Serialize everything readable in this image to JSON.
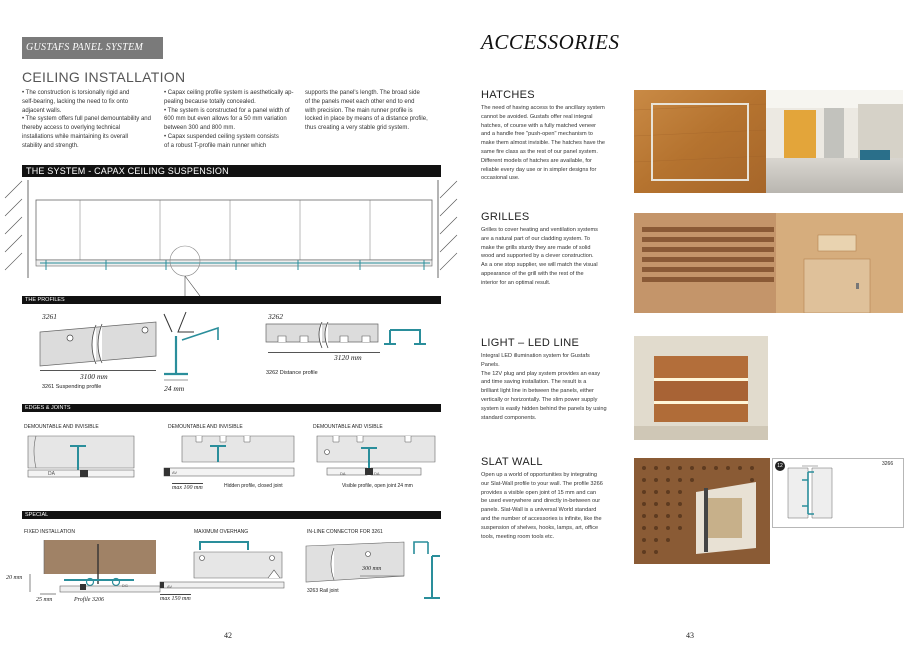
{
  "left": {
    "brand": "GUSTAFS PANEL SYSTEM",
    "title": "CEILING INSTALLATION",
    "col1": [
      "• The construction is torsionally rigid and",
      "   self-bearing, lacking the need to fix onto",
      "   adjacent walls.",
      "• The system offers full panel demountability and",
      "   thereby access to overlying technical",
      "   installations while maintaining its overall",
      "   stability and strength."
    ],
    "col2": [
      "• Capax ceiling profile system is aesthetically ap-",
      "   pealing because totally concealed.",
      "• The system is constructed for a panel width of",
      "   600 mm but even allows for a 50 mm variation",
      "   between 300 and 800 mm.",
      "• Capax suspended ceiling system consists",
      "   of a robust T-profile main runner which"
    ],
    "col3": [
      "supports the panel's length. The broad side",
      "of the panels meet each other end to end",
      "with precision. The main runner profile is",
      "locked in place by means of a distance profile,",
      "thus creating a very stable grid system."
    ],
    "system_bar": "THE SYSTEM - CAPAX CEILING SUSPENSION",
    "profiles_bar": "THE PROFILES",
    "profiles": {
      "p3261": "3261",
      "p3261_dim": "3100 mm",
      "p3261_label": "3261 Suspending profile",
      "p24": "24 mm",
      "p3262": "3262",
      "p3262_dim": "3120 mm",
      "p3262_label": "3262 Distance profile"
    },
    "edges_bar": "EDGES & JOINTS",
    "edges": {
      "h1": "DEMOUNTABLE AND INVISIBLE",
      "h2": "DEMOUNTABLE AND INVISIBLE",
      "h3": "DEMOUNTABLE AND VISIBLE",
      "max100": "max 100 mm",
      "hidden": "Hidden profile, closed joint",
      "visible": "Visible profile, open joint 24 mm",
      "da": "DA",
      "av": "AV"
    },
    "special_bar": "SPECIAL",
    "special": {
      "h1": "FIXED INSTALLATION",
      "h2": "MAXIMUM OVERHANG",
      "h3": "IN-LINE CONNECTOR FOR 3261",
      "d20": "20 mm",
      "d25": "25 mm",
      "profile3206": "Profile 3206",
      "max150": "max 150 mm",
      "d300": "300 mm",
      "rail": "3263 Rail joint",
      "dg": "DG",
      "av": "AV"
    },
    "page": "42"
  },
  "right": {
    "title": "ACCESSORIES",
    "hatches": {
      "h": "HATCHES",
      "body": [
        "The need of having access to the ancillary system",
        "cannot be avoided. Gustafs offer real integral",
        "hatches, of course with a fully matched veneer",
        "and a handle free \"push-open\" mechanism to",
        "make them almost invisible. The hatches have the",
        "same fire class as the rest of our panel system.",
        "Different models of hatches are available, for",
        "reliable every day use or in simpler designs for",
        "occasional use."
      ]
    },
    "grilles": {
      "h": "GRILLES",
      "body": [
        "Grilles to cover heating and ventilation systems",
        "are a natural part of our cladding system. To",
        "make the grills sturdy they are made of solid",
        "wood and supported by a clever construction.",
        "As a one stop supplier, we will match the visual",
        "appearance of the grill with the rest of the",
        "interior for an optimal result."
      ]
    },
    "light": {
      "h": "LIGHT – LED LINE",
      "body": [
        "Integral LED illumination system for Gustafs",
        "Panels.",
        "The 12V plug and play system provides an easy",
        "and time saving installation. The result is a",
        "brilliant light line in between the panels, either",
        "vertically or horizontally. The slim power supply",
        "system is easily hidden behind the panels by using",
        "standard components."
      ]
    },
    "slat": {
      "h": "SLAT WALL",
      "body": [
        "Open up a world of opportunities by integrating",
        "our Slat-Wall profile to your wall. The profile 3266",
        "provides a visible open joint of 15 mm and can",
        "be used everywhere and directly in-between our",
        "panels. Slat-Wall is a universal World standard",
        "and the number of accessories is infinite, like the",
        "suspension of shelves, hooks, lamps, art, office",
        "tools, meeting room tools etc."
      ],
      "inset_num": "3266",
      "inset_badge": "12"
    },
    "page": "43"
  },
  "colors": {
    "teal": "#2a8e9b",
    "wood": "#b07a3c",
    "bar": "#111111",
    "brand_bar": "#7a7a7a"
  }
}
